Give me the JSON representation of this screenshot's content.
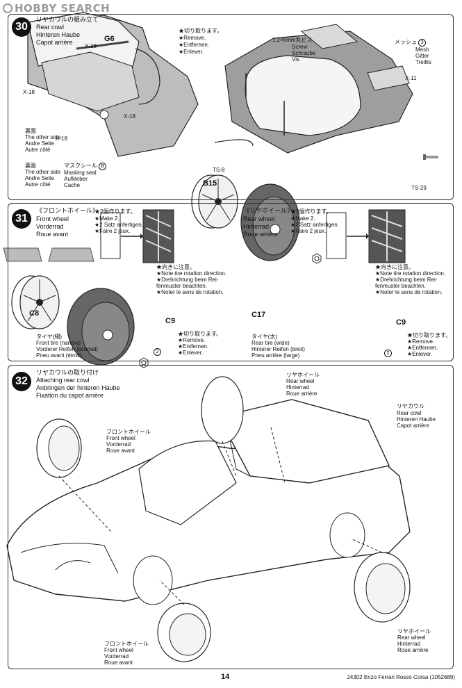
{
  "logo": {
    "text": "HOBBY SEARCH"
  },
  "step30": {
    "num": "30",
    "title_jp": "リヤカウルの組み立て",
    "title_en": "Rear cowl",
    "title_de": "Hinteren Haube",
    "title_fr": "Capot arrière",
    "cut": [
      "★切り取ります。",
      "★Remove.",
      "★Entfernen.",
      "★Enlever."
    ],
    "parts": {
      "g6": "G6",
      "b15": "B15",
      "ts8": "TS-8",
      "ts29": "TS-29"
    },
    "x18": "X-18",
    "x11": "X-11",
    "other_side": [
      "裏面",
      "The other side",
      "Andre Seite",
      "Autre côté"
    ],
    "masking": [
      "マスクシール",
      "Masking seal",
      "Aufkleber",
      "Cache"
    ],
    "masking_badge": "B",
    "screw": [
      "1.2×6mm丸ビス",
      "Screw",
      "Schraube",
      "Vis"
    ],
    "mesh": [
      "メッシュ",
      "Mesh",
      "Gitter",
      "Treillis"
    ],
    "mesh_badge": "3"
  },
  "step31": {
    "num": "31",
    "front_title": [
      "《フロントホイール》",
      "Front wheel",
      "Vorderrad",
      "Roue avant"
    ],
    "rear_title": [
      "《リヤホイール》",
      "Rear wheel",
      "Hinterrad",
      "Roue arrière"
    ],
    "make2": [
      "★2個作ります。",
      "★Make 2.",
      "★2 Satz anfertigen.",
      "★Faire 2 jeux."
    ],
    "rotation": [
      "★向きに注意。",
      "★Note tire rotation direction.",
      "★Drehrichtung beim Rei-",
      "fenmuster beachten.",
      "★Noter le sens de rotation."
    ],
    "cut": [
      "★切り取ります。",
      "★Remove.",
      "★Entfernen.",
      "★Enlever."
    ],
    "parts": {
      "c8": "C8",
      "c9": "C9",
      "c17": "C17"
    },
    "front_tire": [
      "タイヤ(細)",
      "Front tire (narrow)",
      "Vorderer Reifen (schmal)",
      "Pneu avant (étroit)"
    ],
    "rear_tire": [
      "タイヤ(太)",
      "Rear tire (wide)",
      "Hinterer Reifen (breit)",
      "Pneu arrière (large)"
    ],
    "badge": "2"
  },
  "step32": {
    "num": "32",
    "title_jp": "リヤカウルの取り付け",
    "title_en": "Attaching rear cowl",
    "title_de": "Anbringen der hinteren Haube",
    "title_fr": "Fixation du capot arrière",
    "rear_wheel": [
      "リヤホイール",
      "Rear wheel",
      "Hinterrad",
      "Roue arrière"
    ],
    "front_wheel": [
      "フロントホイール",
      "Front wheel",
      "Vorderrad",
      "Roue avant"
    ],
    "rear_cowl": [
      "リヤカウル",
      "Rear cowl",
      "Hinteren Haube",
      "Capot arrière"
    ]
  },
  "footer": {
    "page": "14",
    "model": "24302  Enzo Ferrari Rosso Corsa (1052689)"
  }
}
